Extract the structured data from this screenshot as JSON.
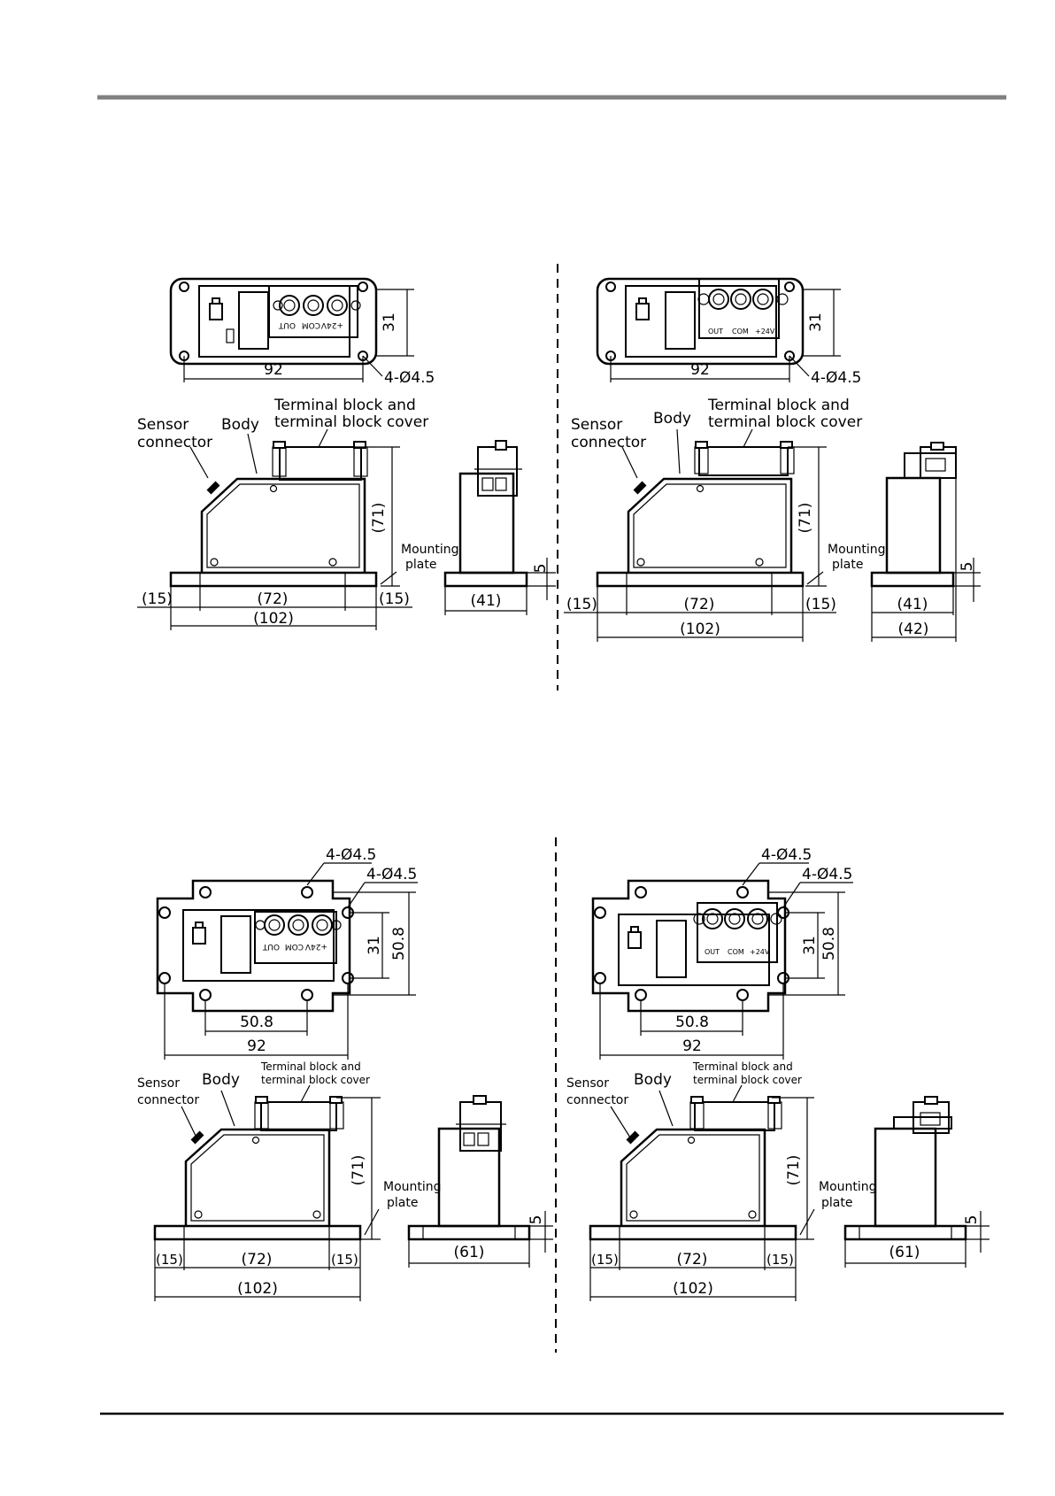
{
  "colors": {
    "ink": "#000000",
    "rule": "#808080",
    "paper": "#ffffff"
  },
  "labels": {
    "sensor": "Sensor",
    "connector": "connector",
    "body": "Body",
    "tb1": "Terminal block and",
    "tb2": "terminal block cover",
    "mounting": "Mounting",
    "plate": "plate",
    "term_out": "OUT",
    "term_com": "COM",
    "term_24v": "+24V"
  },
  "dims": {
    "d92": "92",
    "d31": "31",
    "holes": "4-Ø4.5",
    "d71": "(71)",
    "d5": "5",
    "d15": "(15)",
    "d72": "(72)",
    "d102": "(102)",
    "d41": "(41)",
    "d42": "(42)",
    "d508": "50.8",
    "d61": "(61)"
  }
}
